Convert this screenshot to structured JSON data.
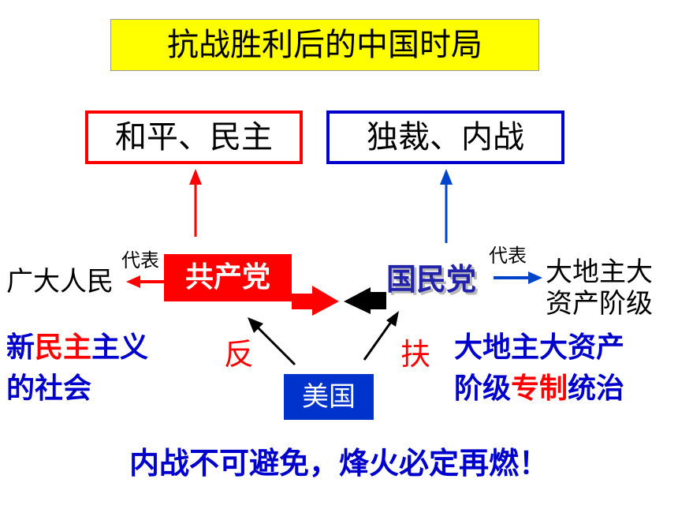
{
  "title": "抗战胜利后的中国时局",
  "goals": {
    "peace": "和平、民主",
    "war": "独裁、内战"
  },
  "cpc": {
    "name": "共产党",
    "represents_label": "代表",
    "represents": "广大人民"
  },
  "kmt": {
    "name": "国民党",
    "represents_label": "代表",
    "represents_line1": "大地主大",
    "represents_line2": "资产阶级"
  },
  "usa": {
    "name": "美国",
    "oppose": "反",
    "support": "扶"
  },
  "left_society": {
    "line1_part1": "新",
    "line1_part2": "民主",
    "line1_part3": "主义",
    "line2": "的社会"
  },
  "right_rule": {
    "line1": "大地主大资产",
    "line2_part1": "阶级",
    "line2_part2": "专制",
    "line2_part3": "统治"
  },
  "conclusion": "内战不可避免，烽火必定再燃！",
  "colors": {
    "red": "#ff0000",
    "blue": "#0000cc",
    "title_bg": "#ffff00",
    "usa_bg": "#0033cc"
  }
}
